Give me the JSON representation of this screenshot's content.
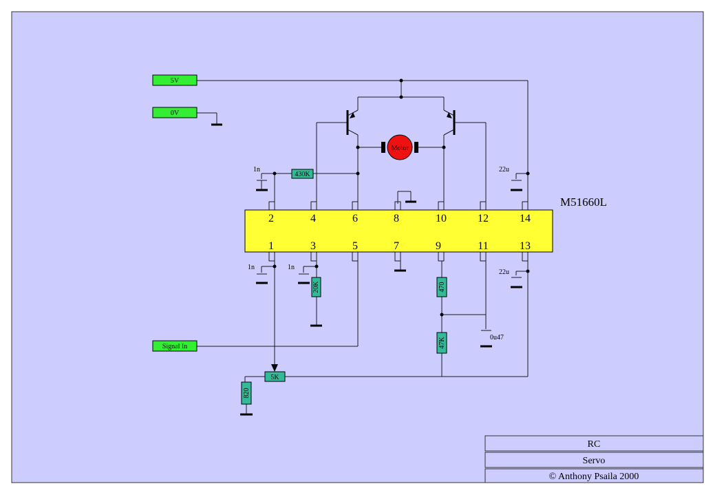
{
  "labels": {
    "rail_5v": "5V",
    "rail_0v": "0V",
    "signal_in": "Signal In"
  },
  "chip": {
    "name": "M51660L",
    "top_pins": [
      "2",
      "4",
      "6",
      "8",
      "10",
      "12",
      "14"
    ],
    "bottom_pins": [
      "1",
      "3",
      "5",
      "7",
      "9",
      "11",
      "13"
    ]
  },
  "motor": {
    "label": "Motor"
  },
  "components": {
    "r_430k": "430K",
    "r_20k": "20K",
    "r_470": "470",
    "r_47k": "47K",
    "pot_5k": "5K",
    "r_820": "820",
    "c_pin2": "1n",
    "c_pin1": "1n",
    "c_pin3": "1n",
    "c_pin14": "22u",
    "c_pin13": "22u",
    "c_0u47": "0u47"
  },
  "title_block": {
    "line1": "RC",
    "line2": "Servo",
    "line3": "© Anthony Psaila 2000"
  },
  "colors": {
    "background": "#ccccff",
    "chip_fill": "#ffff33",
    "label_fill": "#33ee33",
    "resistor_fill": "#33bb99",
    "motor_fill": "#ee1111"
  }
}
